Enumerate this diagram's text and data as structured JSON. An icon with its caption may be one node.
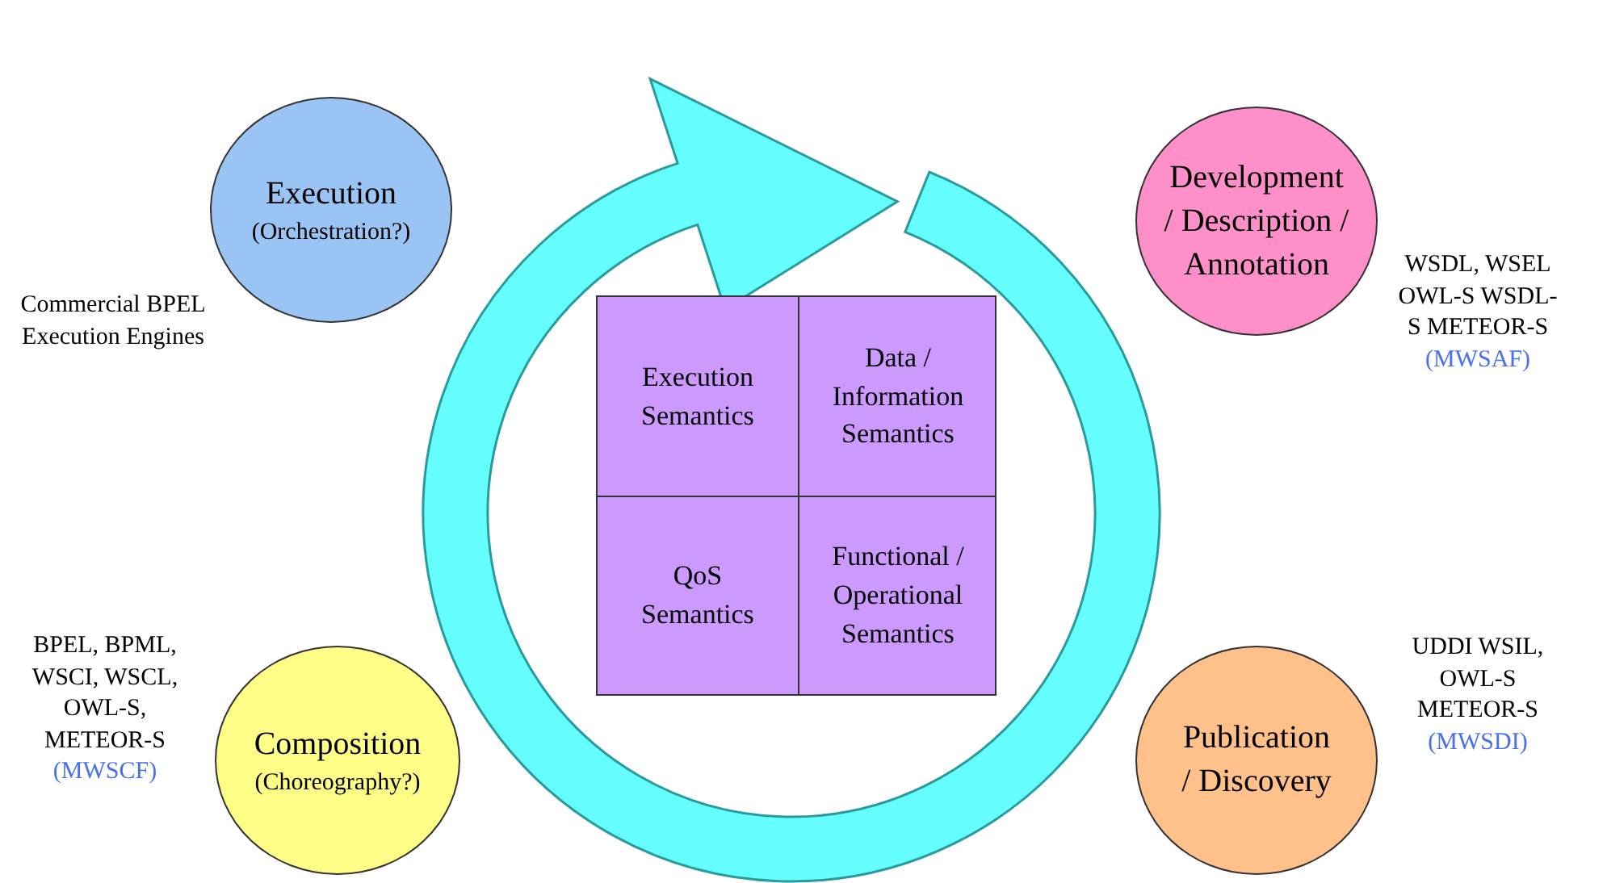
{
  "diagram": {
    "nodes": [
      {
        "text": [
          "Execution",
          "(Orchestration?)"
        ],
        "beside": [
          "Commercial BPEL Execution Engines"
        ]
      },
      {
        "text": [
          "Development / Description / Annotation"
        ],
        "beside": [
          "WSDL, WSEL OWL-S WSDL-S METEOR-S",
          "(MWSAF)"
        ]
      },
      {
        "text": [
          "Publication / Discovery"
        ],
        "beside": [
          "UDDI WSIL, OWL-S METEOR-S",
          "(MWSDI)"
        ]
      },
      {
        "text": [
          "Composition",
          "(Choreography?)"
        ],
        "beside": [
          "BPEL, BPML, WSCI, WSCL, OWL-S, METEOR-S",
          "(MWSCF)"
        ]
      },
      {
        "text": [],
        "shape": "box"
      },
      {
        "text": [
          "Execution Semantics"
        ],
        "in": 4
      },
      {
        "text": [
          "Data / Information Semantics"
        ],
        "in": 4
      },
      {
        "text": [
          "QoS Semantics"
        ],
        "in": 4
      },
      {
        "text": [
          "Functional / Operational Semantics"
        ],
        "in": 4
      }
    ],
    "edges": []
  }
}
